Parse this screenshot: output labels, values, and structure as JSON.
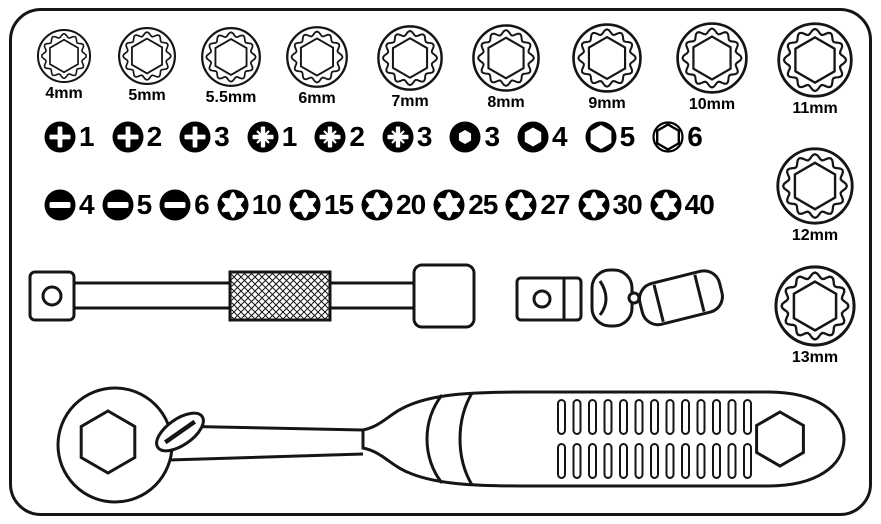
{
  "colors": {
    "line": "#151515",
    "bit_fill": "#000000",
    "background": "#ffffff",
    "text": "#000000"
  },
  "sockets": {
    "items": [
      {
        "label": "4mm"
      },
      {
        "label": "5mm"
      },
      {
        "label": "5.5mm"
      },
      {
        "label": "6mm"
      },
      {
        "label": "7mm"
      },
      {
        "label": "8mm"
      },
      {
        "label": "9mm"
      },
      {
        "label": "10mm"
      },
      {
        "label": "11mm"
      },
      {
        "label": "12mm"
      },
      {
        "label": "13mm"
      }
    ]
  },
  "bits_row1": {
    "items": [
      {
        "type": "phillips",
        "label": "1"
      },
      {
        "type": "phillips",
        "label": "2"
      },
      {
        "type": "phillips",
        "label": "3"
      },
      {
        "type": "pozidriv",
        "label": "1"
      },
      {
        "type": "pozidriv",
        "label": "2"
      },
      {
        "type": "pozidriv",
        "label": "3"
      },
      {
        "type": "hex",
        "label": "3"
      },
      {
        "type": "hex",
        "label": "4"
      },
      {
        "type": "hex",
        "label": "5"
      },
      {
        "type": "hex",
        "label": "6"
      }
    ]
  },
  "bits_row2": {
    "items": [
      {
        "type": "slotted",
        "label": "4"
      },
      {
        "type": "slotted",
        "label": "5"
      },
      {
        "type": "slotted",
        "label": "6"
      },
      {
        "type": "torx",
        "label": "10"
      },
      {
        "type": "torx",
        "label": "15"
      },
      {
        "type": "torx",
        "label": "20"
      },
      {
        "type": "torx",
        "label": "25"
      },
      {
        "type": "torx",
        "label": "27"
      },
      {
        "type": "torx",
        "label": "30"
      },
      {
        "type": "torx",
        "label": "40"
      }
    ]
  }
}
